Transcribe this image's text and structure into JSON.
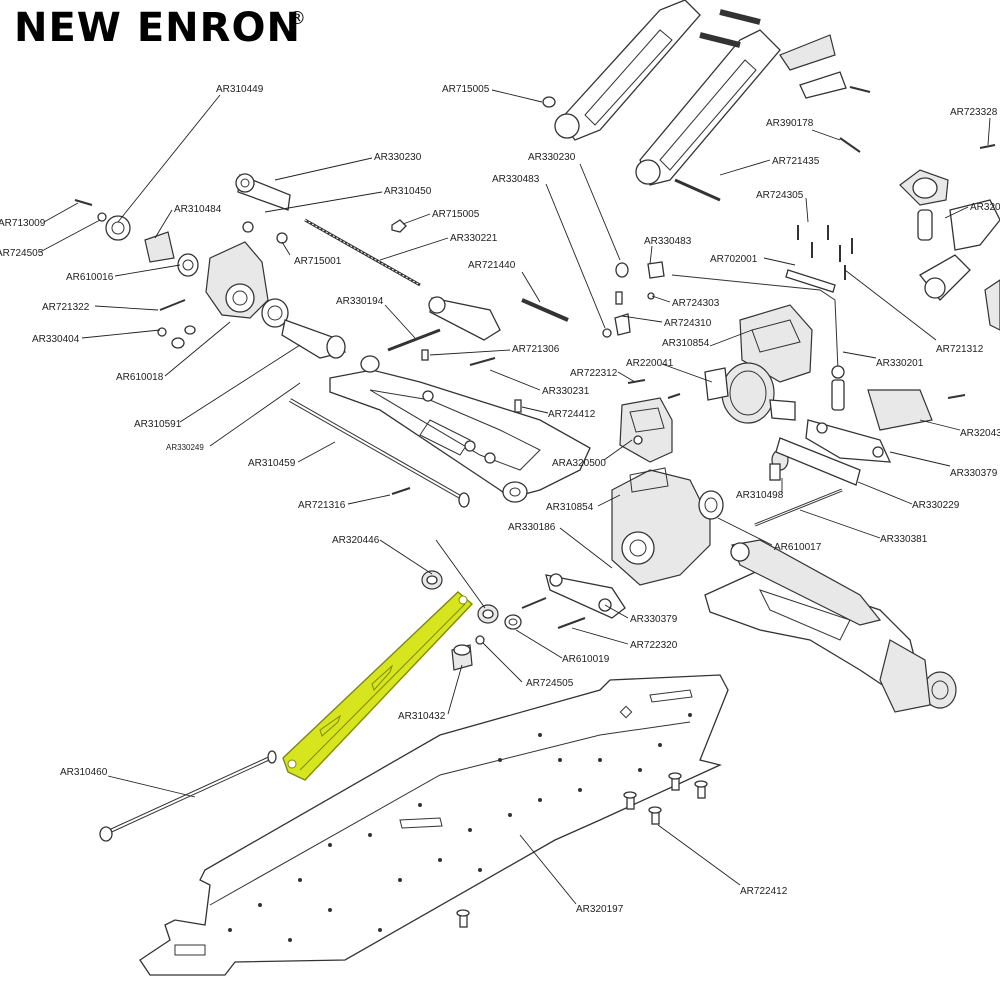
{
  "brand": {
    "name": "NEW ENRON",
    "mark": "®"
  },
  "highlight_color": "#d7e51e",
  "labels": [
    {
      "id": "l1",
      "text": "AR310449"
    },
    {
      "id": "l2",
      "text": "AR330230"
    },
    {
      "id": "l3",
      "text": "AR310450"
    },
    {
      "id": "l4",
      "text": "AR713009"
    },
    {
      "id": "l5",
      "text": "AR310484"
    },
    {
      "id": "l6",
      "text": "AR724505"
    },
    {
      "id": "l7",
      "text": "AR715005"
    },
    {
      "id": "l8",
      "text": "AR330221"
    },
    {
      "id": "l9",
      "text": "AR610016"
    },
    {
      "id": "l10",
      "text": "AR715001"
    },
    {
      "id": "l11",
      "text": "AR721322"
    },
    {
      "id": "l12",
      "text": "AR330194"
    },
    {
      "id": "l13",
      "text": "AR330404"
    },
    {
      "id": "l14",
      "text": "AR721306"
    },
    {
      "id": "l15",
      "text": "AR610018"
    },
    {
      "id": "l16",
      "text": "AR330231"
    },
    {
      "id": "l17",
      "text": "AR310591"
    },
    {
      "id": "l18",
      "text": "AR330249"
    },
    {
      "id": "l19",
      "text": "AR724412"
    },
    {
      "id": "l20",
      "text": "AR310459"
    },
    {
      "id": "l21",
      "text": "AR721316"
    },
    {
      "id": "l22",
      "text": "AR320446"
    },
    {
      "id": "l23",
      "text": "AR310460"
    },
    {
      "id": "l24",
      "text": "AR310432"
    },
    {
      "id": "l25",
      "text": "AR724505"
    },
    {
      "id": "l26",
      "text": "AR610019"
    },
    {
      "id": "l27",
      "text": "AR722320"
    },
    {
      "id": "l28",
      "text": "AR330379"
    },
    {
      "id": "l29",
      "text": "AR330186"
    },
    {
      "id": "l30",
      "text": "AR310854"
    },
    {
      "id": "l31",
      "text": "ARA320500"
    },
    {
      "id": "l32",
      "text": "AR722312"
    },
    {
      "id": "l33",
      "text": "AR220041"
    },
    {
      "id": "l34",
      "text": "AR310854"
    },
    {
      "id": "l35",
      "text": "AR724310"
    },
    {
      "id": "l36",
      "text": "AR724303"
    },
    {
      "id": "l37",
      "text": "AR330483"
    },
    {
      "id": "l38",
      "text": "AR330483"
    },
    {
      "id": "l39",
      "text": "AR330230"
    },
    {
      "id": "l40",
      "text": "AR715005"
    },
    {
      "id": "l41",
      "text": "AR721440"
    },
    {
      "id": "l42",
      "text": "AR721435"
    },
    {
      "id": "l43",
      "text": "AR390178"
    },
    {
      "id": "l44",
      "text": "AR724305"
    },
    {
      "id": "l45",
      "text": "AR702001"
    },
    {
      "id": "l46",
      "text": "AR723328"
    },
    {
      "id": "l47",
      "text": "AR320"
    },
    {
      "id": "l48",
      "text": "AR721312"
    },
    {
      "id": "l49",
      "text": "AR330201"
    },
    {
      "id": "l50",
      "text": "AR32043"
    },
    {
      "id": "l51",
      "text": "AR330379"
    },
    {
      "id": "l52",
      "text": "AR310498"
    },
    {
      "id": "l53",
      "text": "AR330229"
    },
    {
      "id": "l54",
      "text": "AR610017"
    },
    {
      "id": "l55",
      "text": "AR330381"
    },
    {
      "id": "l56",
      "text": "AR722412"
    },
    {
      "id": "l57",
      "text": "AR320197"
    }
  ]
}
